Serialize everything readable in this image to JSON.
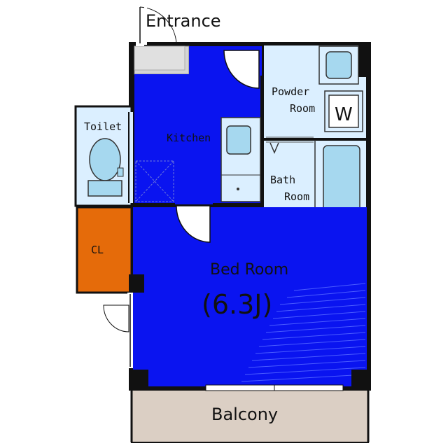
{
  "labels": {
    "entrance": "Entrance",
    "powder_room_line1": "Powder",
    "powder_room_line2": "Room",
    "washer": "W",
    "toilet": "Toilet",
    "kitchen": "Kitchen",
    "bath_room_line1": "Bath",
    "bath_room_line2": "Room",
    "closet": "CL",
    "bed_room": "Bed Room",
    "bed_room_size": "(6.3J)",
    "balcony": "Balcony"
  },
  "colors": {
    "main_room": "#0a14f0",
    "wet_room": "#dbefff",
    "fixture": "#a6d8ef",
    "closet": "#e56b0a",
    "balcony": "#dbcfc4",
    "wall": "#111111",
    "entrance_floor": "#d4d4d4"
  }
}
